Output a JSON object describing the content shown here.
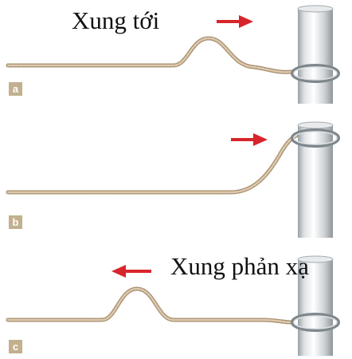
{
  "captions": {
    "incident_pulse": "Xung tới",
    "reflected_pulse": "Xung phản xạ"
  },
  "panels": [
    {
      "label": "a"
    },
    {
      "label": "b"
    },
    {
      "label": "c"
    }
  ],
  "colors": {
    "rope": "#cdb59a",
    "rope_dark": "#a8906f",
    "arrow": "#d8242b",
    "pole_light": "#eef0f1",
    "pole_mid": "#c9cdd0",
    "pole_dark": "#8f969b",
    "ring": "#7e878c",
    "label_bg": "#c2b08e"
  },
  "icons": {
    "arrow": "red-arrow-icon",
    "pole": "pole-icon",
    "ring": "ring-icon"
  }
}
